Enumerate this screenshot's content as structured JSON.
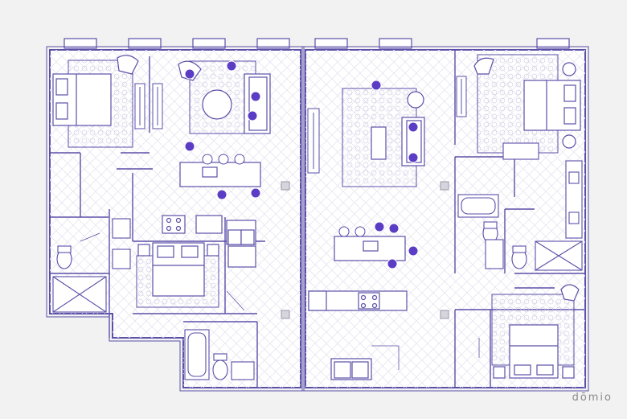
{
  "brand": {
    "logo_text": "dōmio"
  },
  "colors": {
    "background": "#f2f2f2",
    "floor": "#ffffff",
    "line": "#5b4fa8",
    "light_line": "#b7b0dc",
    "person": "#5b3cc4",
    "pattern": "#d9d6ea"
  },
  "rooms": [
    "bedroom-top-left",
    "living-left",
    "kitchen-left",
    "bath-left",
    "bedroom-middle",
    "bath-middle",
    "living-right",
    "kitchen-right",
    "bedroom-top-right",
    "bath-right",
    "bedroom-bottom-right"
  ]
}
